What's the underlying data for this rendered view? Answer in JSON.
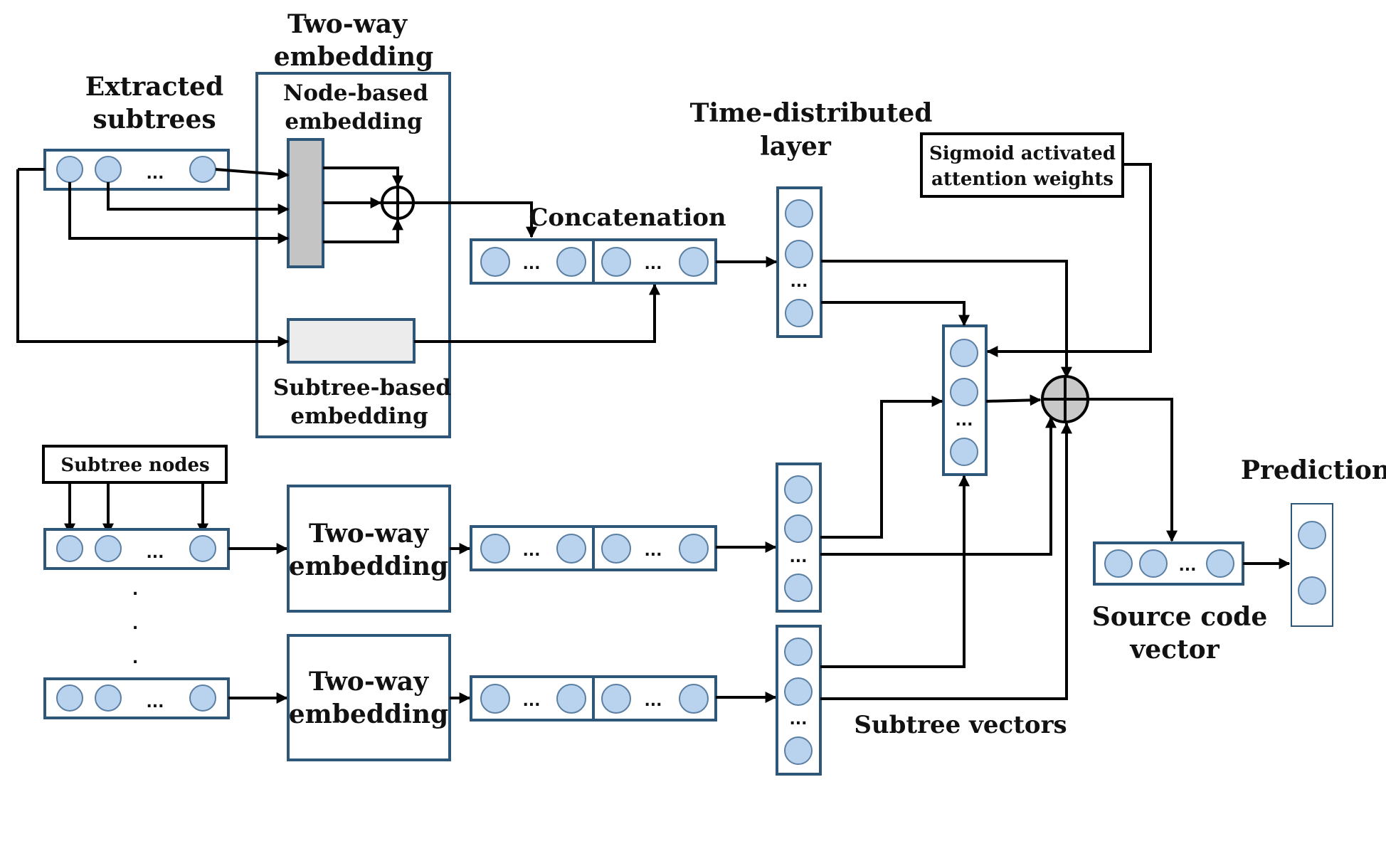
{
  "labels": {
    "two_way_embedding_top": [
      "Two-way",
      "embedding"
    ],
    "extracted_subtrees": [
      "Extracted",
      "subtrees"
    ],
    "node_based_embedding": [
      "Node-based",
      "embedding"
    ],
    "subtree_based_embedding": [
      "Subtree-based",
      "embedding"
    ],
    "concatenation": "Concatenation",
    "time_distributed_layer": [
      "Time-distributed",
      "layer"
    ],
    "sigmoid_attention": [
      "Sigmoid activated",
      "attention weights"
    ],
    "subtree_nodes": "Subtree nodes",
    "two_way_embedding_block": [
      "Two-way",
      "embedding"
    ],
    "prediction": "Prediction",
    "source_code_vector": [
      "Source code",
      "vector"
    ],
    "subtree_vectors": "Subtree vectors",
    "ellipsis": "...",
    "vertical_dots": ".",
    "combine_operator": "+"
  },
  "colors": {
    "box_border": "#2e5678",
    "node_fill": "#b9d3ee",
    "node_stroke": "#5b7fa3",
    "node_embedding_fill": "#c4c4c4",
    "subtree_embedding_fill": "#ececec",
    "combine_fill": "#c8c8c8",
    "line": "#000000"
  }
}
